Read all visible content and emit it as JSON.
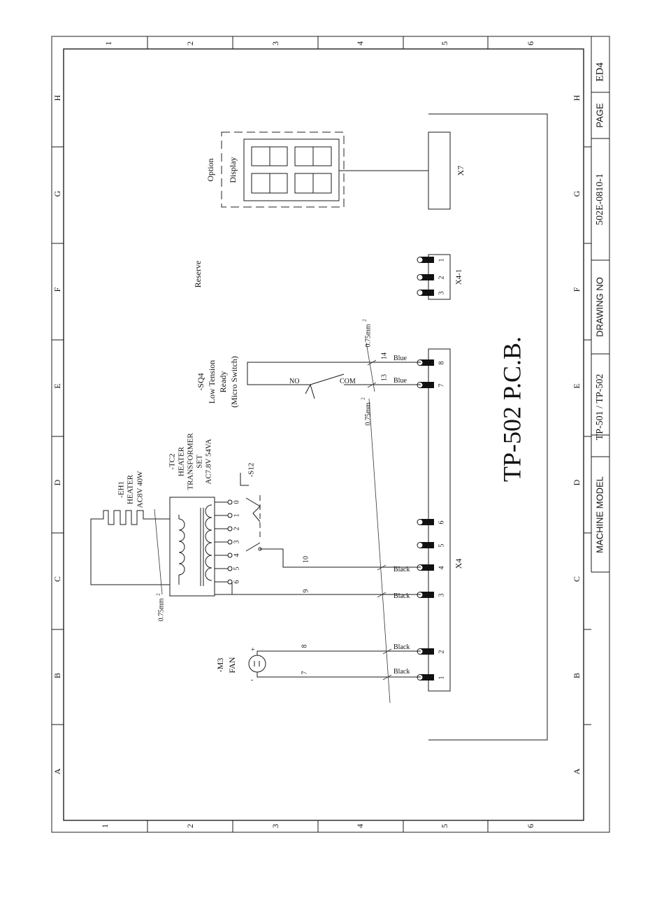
{
  "frame": {
    "columns": [
      "1",
      "2",
      "3",
      "4",
      "5",
      "6"
    ],
    "rows": [
      "A",
      "B",
      "C",
      "D",
      "E",
      "F",
      "G",
      "H"
    ]
  },
  "title_block": {
    "machine_model_label": "MACHINE  MODEL",
    "machine_model": "TP-501 / TP-502",
    "drawing_no_label": "DRAWING NO",
    "drawing_no": "502E-0810-1",
    "page_label": "PAGE",
    "page": "ED4"
  },
  "pcb": {
    "title": "TP-502 P.C.B.",
    "connector_x4": "X4",
    "connector_x4_1": "X4-1",
    "connector_x7": "X7",
    "x4_pins": [
      "1",
      "2",
      "3",
      "4",
      "5",
      "6",
      "7",
      "8"
    ],
    "x4_1_pins": [
      "1",
      "2",
      "3"
    ]
  },
  "option_display": {
    "line1": "Option",
    "line2": "Display"
  },
  "reserve_label": "Reserve",
  "switch_sq4": {
    "tag": "-SQ4",
    "line1": "Low Tension",
    "line2": "Ready",
    "line3": "(Micro Switch)",
    "no_label": "NO",
    "com_label": "COM"
  },
  "heater_eh1": {
    "tag": "-EH1",
    "line1": "HEATER",
    "line2": "AC8V 40W"
  },
  "transformer_tc2": {
    "tag": "-TC2",
    "line1": "HEATER",
    "line2": "TRANSFORMER",
    "line3": "SET",
    "line4": "AC7.8V 54VA",
    "taps": [
      "0",
      "1",
      "2",
      "3",
      "4",
      "5",
      "6"
    ]
  },
  "selector_s12": {
    "tag": "-S12"
  },
  "fan_m3": {
    "tag": "-M3",
    "line1": "FAN",
    "plus": "+",
    "minus": "-"
  },
  "wires": {
    "w7": "7",
    "w8": "8",
    "w9": "9",
    "w10": "10",
    "w13": "13",
    "w14": "14",
    "color_black": "Black",
    "color_blue": "Blue"
  },
  "wire_gauges": {
    "g1": "0.75mm",
    "g2": "0.75mm",
    "g3": "0.75mm",
    "sup": "2"
  }
}
